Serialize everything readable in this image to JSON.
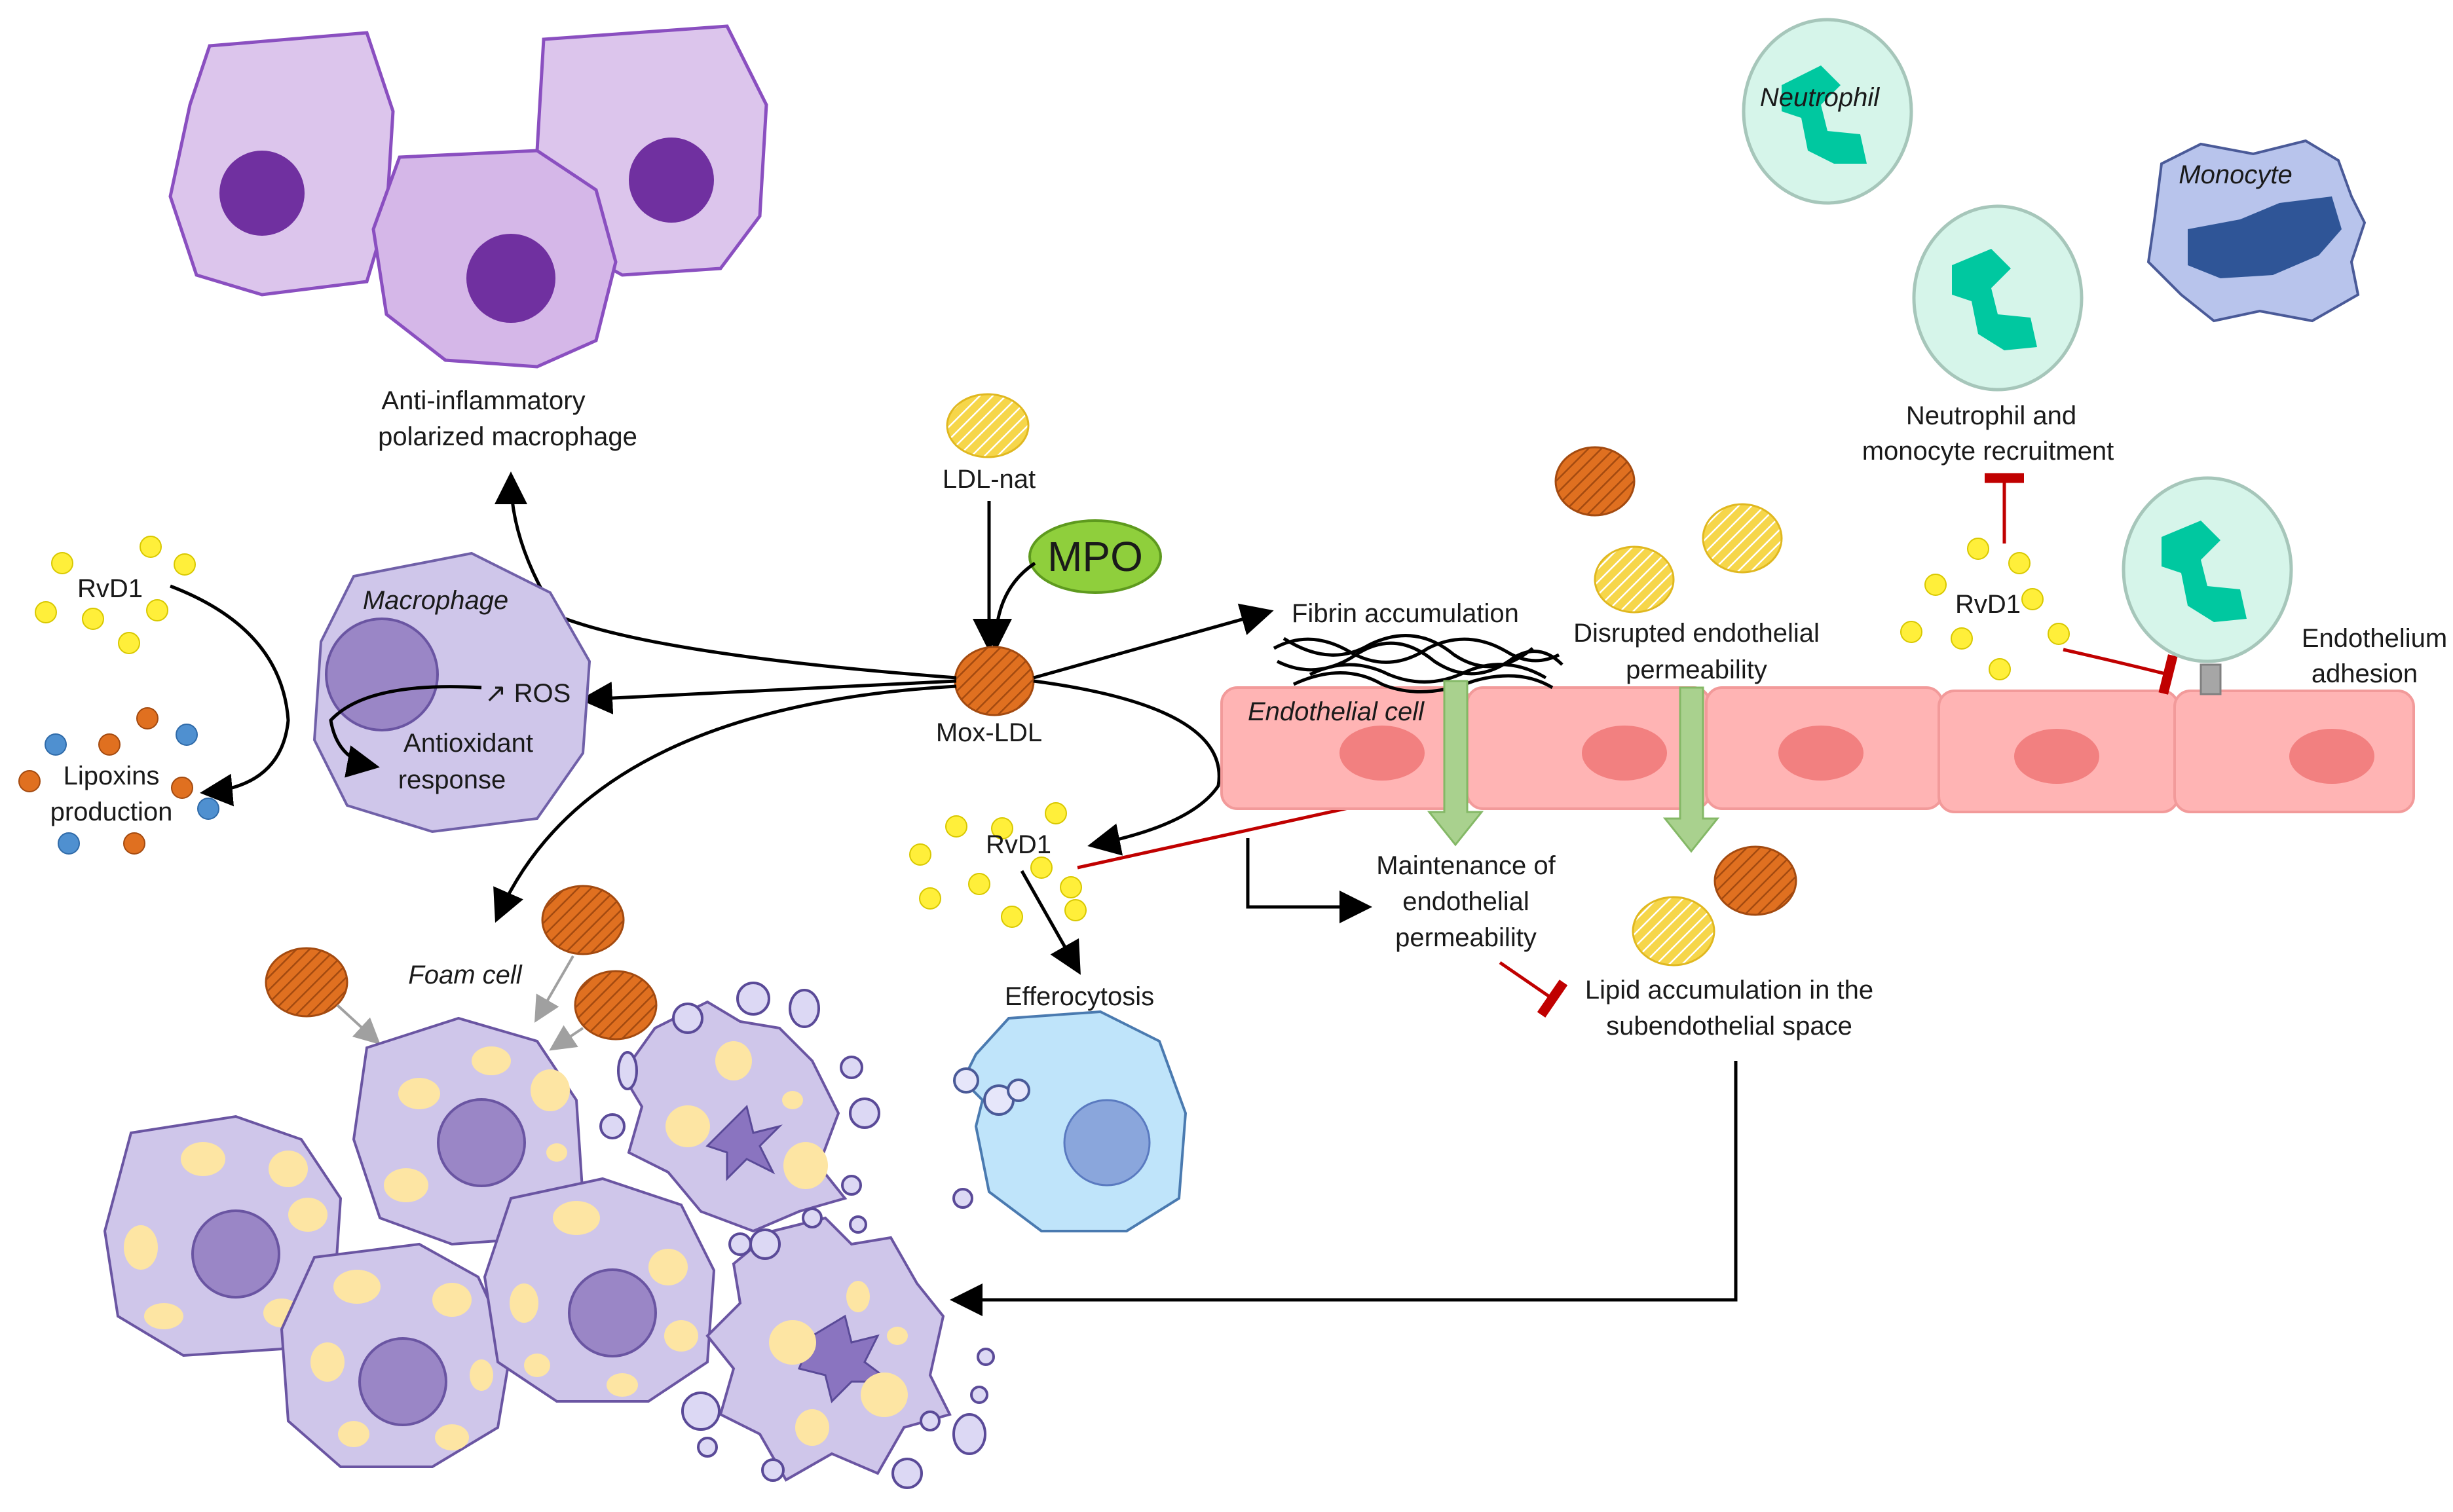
{
  "labels": {
    "anti_macrophage": [
      "Anti-inflammatory",
      "polarized macrophage"
    ],
    "ldl_nat": "LDL-nat",
    "mpo": "MPO",
    "mox_ldl": "Mox-LDL",
    "rvd1_left": "RvD1",
    "macrophage": "Macrophage",
    "ros": "↗ ROS",
    "antioxidant": [
      "Antioxidant",
      "response"
    ],
    "lipoxins": [
      "Lipoxins",
      "production"
    ],
    "foam_cell": "Foam cell",
    "rvd1_center": "RvD1",
    "efferocytosis": "Efferocytosis",
    "fibrin": "Fibrin accumulation",
    "disrupted": [
      "Disrupted endothelial",
      "permeability"
    ],
    "endothelial_cell": "Endothelial cell",
    "maintenance": [
      "Maintenance of",
      "endothelial",
      "permeability"
    ],
    "lipid": [
      "Lipid accumulation in the",
      "subendothelial space"
    ],
    "neutrophil": "Neutrophil",
    "monocyte": "Monocyte",
    "recruitment": [
      "Neutrophil and",
      "monocyte recruitment"
    ],
    "rvd1_right": "RvD1",
    "adhesion": [
      "Endothelium",
      "adhesion"
    ]
  },
  "colors": {
    "macrophage_purple": "#dcc5ec",
    "nucleus_purple": "#7030a0",
    "foam_cell_fill": "#cfc6ea",
    "mox_ldl_orange": "#e07020",
    "ldl_yellow": "#f5d040",
    "rvd1_yellow": "#fff100",
    "mpo_green": "#8fcf3c",
    "endothelium_pink": "#ffb4b4",
    "inhibition_red": "#c00000",
    "neutrophil_teal": "#00c8a0",
    "monocyte_blue": "#2f5597",
    "lipoxin_blue": "#4f90d0"
  }
}
